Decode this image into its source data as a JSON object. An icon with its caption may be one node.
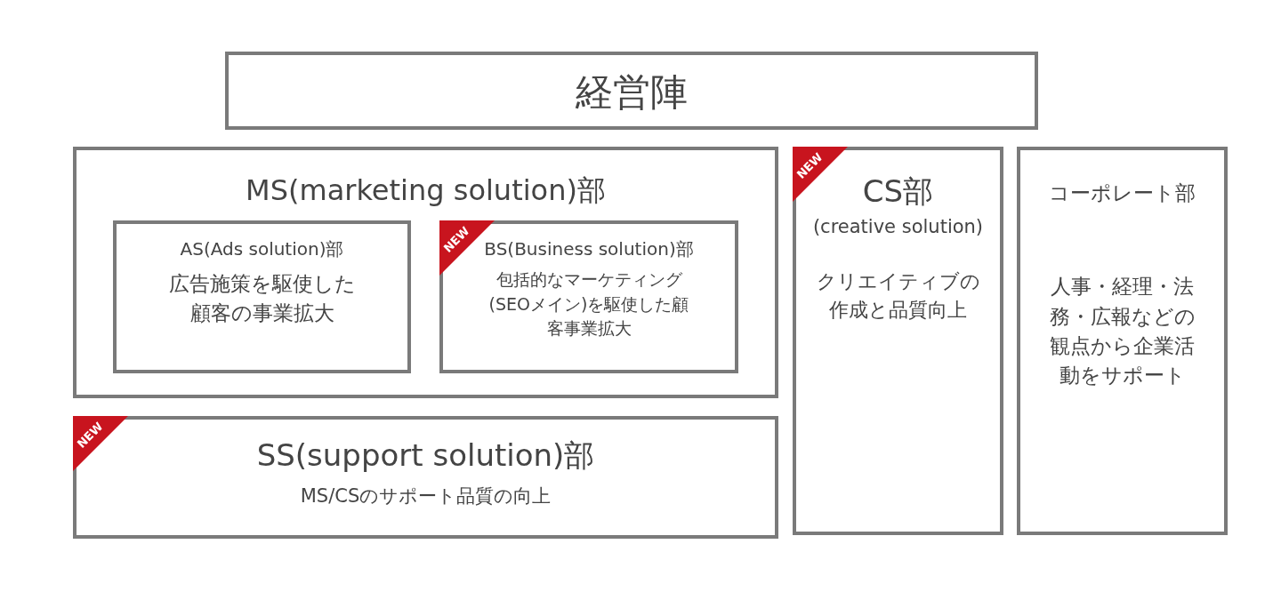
{
  "diagram": {
    "nodes": [
      {
        "text": [
          "経営陣"
        ]
      },
      {
        "text": [
          "MS(marketing solution)部"
        ]
      },
      {
        "text": [
          "AS(Ads solution)部",
          "広告施策を駆使した顧客の事業拡大"
        ],
        "in": 1
      },
      {
        "text": [
          "NEW",
          "BS(Business solution)部",
          "包括的なマーケティング(SEOメイン)を駆使した顧客事業拡大"
        ],
        "in": 1
      },
      {
        "text": [
          "NEW",
          "SS(support solution)部",
          "MS/CSのサポート品質の向上"
        ]
      },
      {
        "text": [
          "NEW",
          "CS部",
          "(creative solution)",
          "クリエイティブの作成と品質向上"
        ]
      },
      {
        "text": [
          "コーポレート部",
          "人事・経理・法務・広報などの観点から企業活動をサポート"
        ]
      }
    ]
  }
}
